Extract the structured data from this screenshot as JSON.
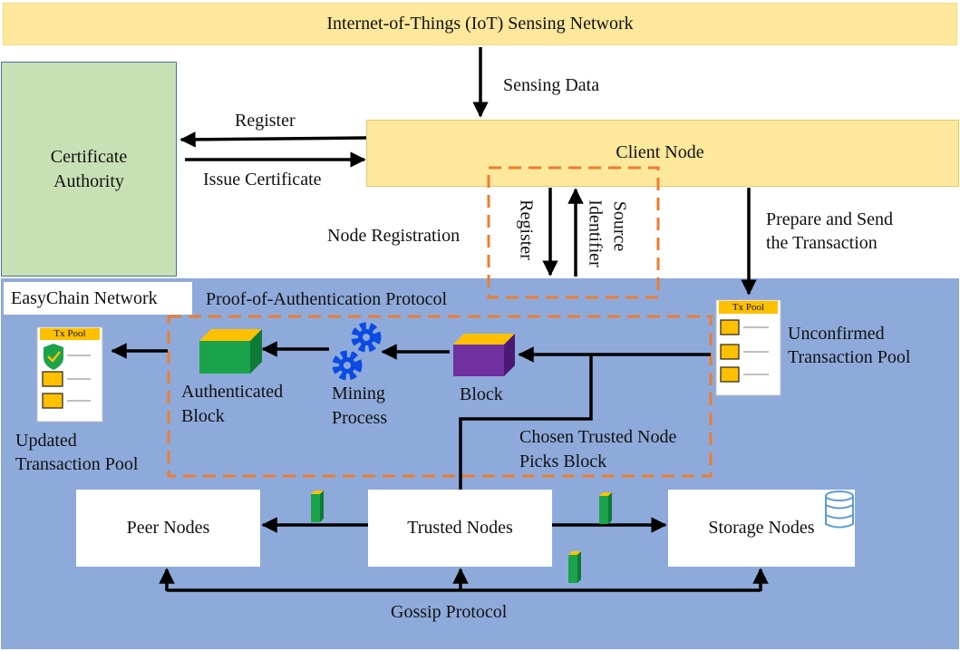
{
  "iot_network": {
    "label": "Internet-of-Things (IoT) Sensing Network"
  },
  "certificate_authority": {
    "line1": "Certificate",
    "line2": "Authority"
  },
  "client_node": {
    "label": "Client Node"
  },
  "easychain_network": {
    "label": "EasyChain Network"
  },
  "poa_protocol": {
    "label": "Proof-of-Authentication Protocol"
  },
  "flows": {
    "sensing_data": "Sensing Data",
    "register": "Register",
    "issue_certificate": "Issue Certificate",
    "node_registration": "Node Registration",
    "register_vertical": "Register",
    "source_identifier_1": "Source",
    "source_identifier_2": "Identifier",
    "prepare_send_1": "Prepare and Send",
    "prepare_send_2": "the Transaction",
    "chosen_trusted_1": "Chosen Trusted Node",
    "chosen_trusted_2": "Picks Block",
    "gossip_protocol": "Gossip Protocol"
  },
  "pools": {
    "tx_pool_label": "Tx Pool",
    "unconfirmed_1": "Unconfirmed",
    "unconfirmed_2": "Transaction Pool",
    "updated_1": "Updated",
    "updated_2": "Transaction Pool"
  },
  "blocks": {
    "block": "Block",
    "mining_1": "Mining",
    "mining_2": "Process",
    "authenticated_1": "Authenticated",
    "authenticated_2": "Block"
  },
  "nodes": {
    "peer": "Peer Nodes",
    "trusted": "Trusted Nodes",
    "storage": "Storage Nodes"
  },
  "colors": {
    "top_box": "#fde89c",
    "ca_box": "#c7e1b5",
    "network_bg": "#8eaadb",
    "dashed": "#ed7d31",
    "block_green": "#1aa34a",
    "block_yellow": "#ffc000",
    "block_purple": "#7030a0",
    "gear_blue": "#0b4be3"
  }
}
